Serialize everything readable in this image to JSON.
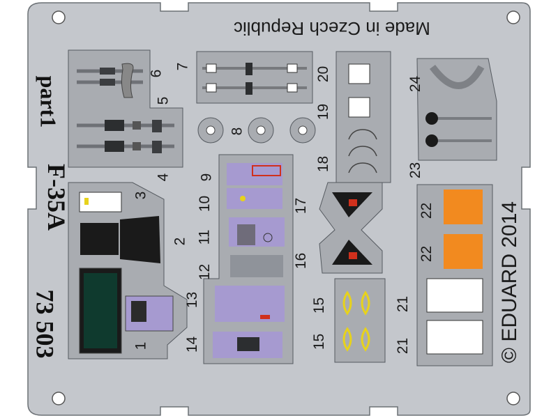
{
  "fret": {
    "title": "F-35A",
    "code": "73 503",
    "part": "part1",
    "origin": "Made in Czech Republic",
    "maker": "© EDUARD 2014"
  },
  "part_numbers": {
    "n1": "1",
    "n2": "2",
    "n3": "3",
    "n4": "4",
    "n5": "5",
    "n6": "6",
    "n7": "7",
    "n8": "8",
    "n9": "9",
    "n10": "10",
    "n11": "11",
    "n12": "12",
    "n13": "13",
    "n14": "14",
    "n15a": "15",
    "n15b": "15",
    "n16": "16",
    "n17": "17",
    "n18": "18",
    "n19": "19",
    "n20": "20",
    "n21a": "21",
    "n21b": "21",
    "n22a": "22",
    "n22b": "22",
    "n23": "23",
    "n24": "24"
  },
  "colors": {
    "fret": "#c4c7cc",
    "part_fill": "#a9acb1",
    "outline": "#555a60",
    "panel_black": "#1a1a1a",
    "lilac": "#a69ad0",
    "orange": "#f28a1f",
    "yellow": "#e7d21c",
    "red": "#d0301c"
  }
}
